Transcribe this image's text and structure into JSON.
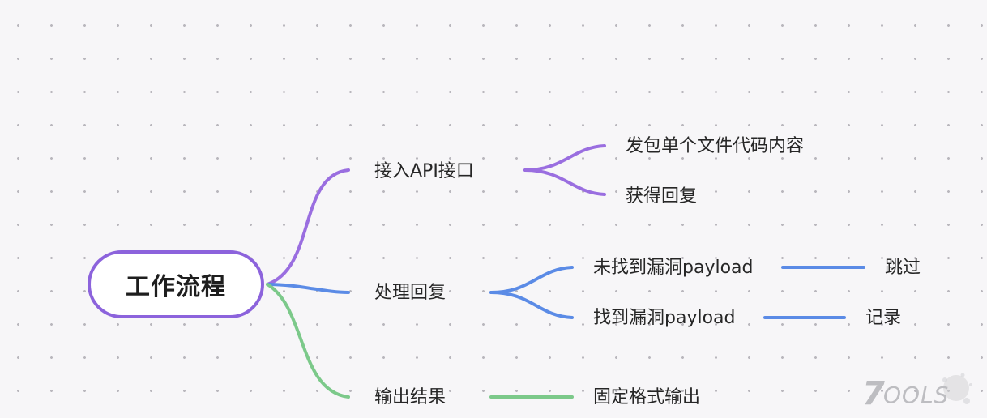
{
  "mindmap": {
    "root": "工作流程",
    "branches": [
      {
        "label": "接入API接口",
        "color": "#9a6ee0",
        "children": [
          {
            "label": "发包单个文件代码内容"
          },
          {
            "label": "获得回复"
          }
        ]
      },
      {
        "label": "处理回复",
        "color": "#5b8be6",
        "children": [
          {
            "label": "未找到漏洞payload",
            "child": "跳过"
          },
          {
            "label": "找到漏洞payload",
            "child": "记录"
          }
        ]
      },
      {
        "label": "输出结果",
        "color": "#7cc98a",
        "children": [
          {
            "label": "固定格式输出"
          }
        ]
      }
    ]
  },
  "colors": {
    "root_border": "#8c63dc",
    "background": "#f7f6f8",
    "dots": "#b9b7bd"
  },
  "watermark": "7OOLS"
}
